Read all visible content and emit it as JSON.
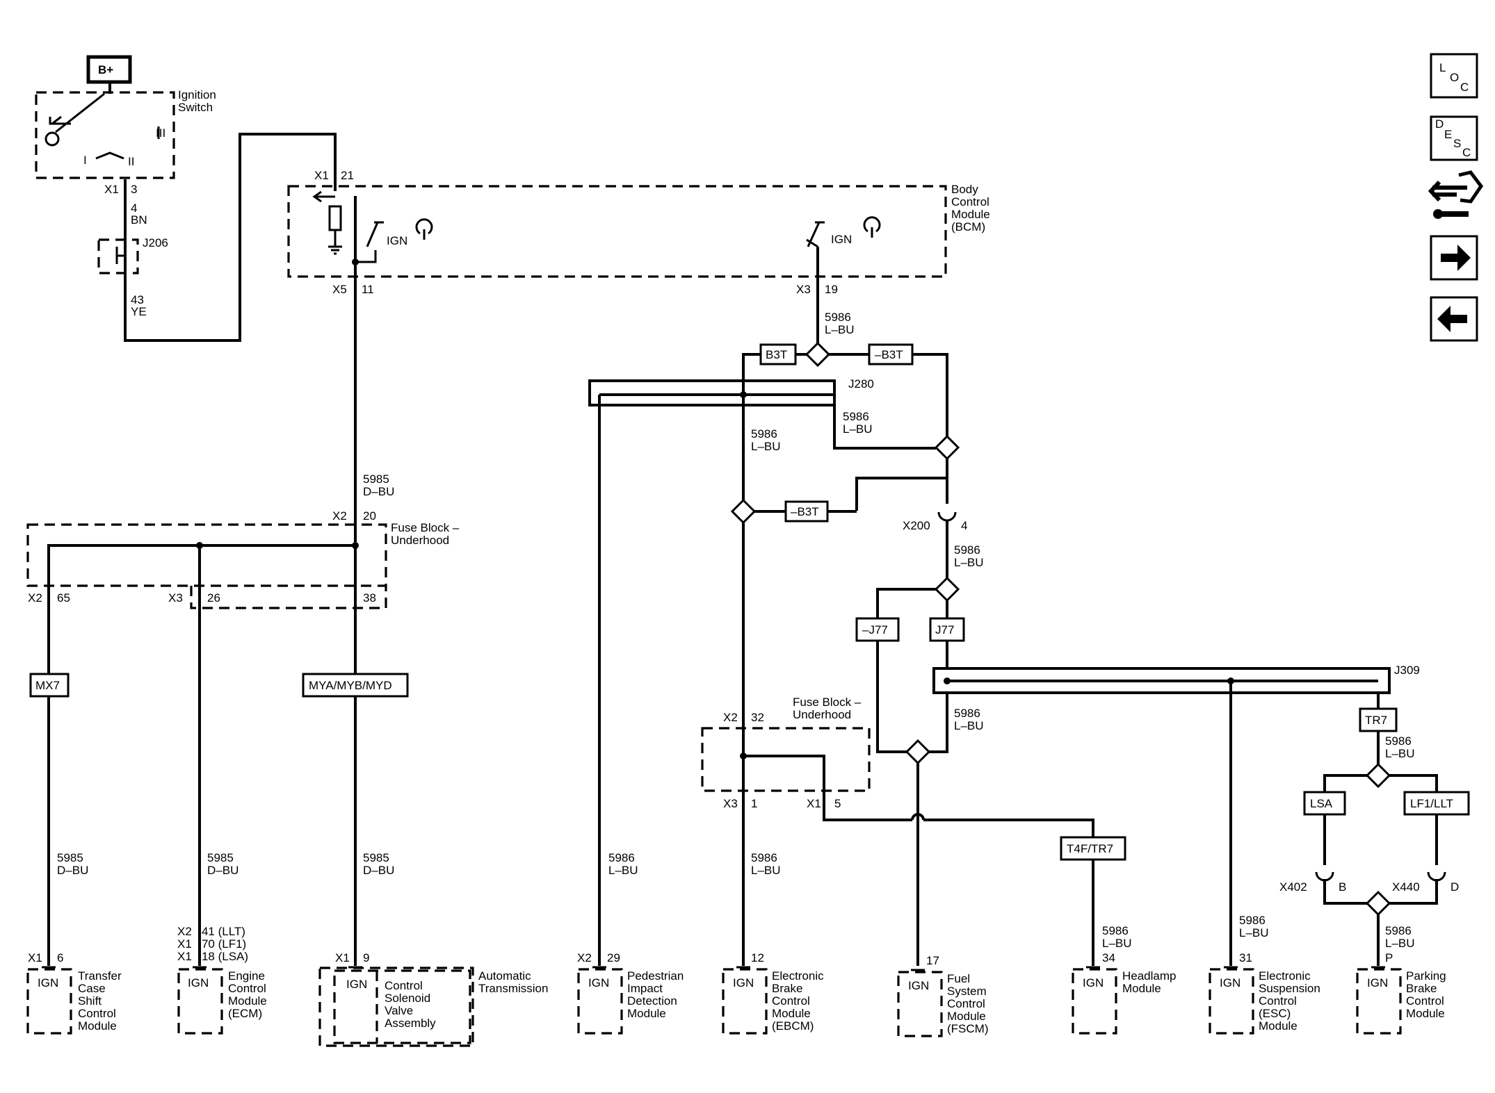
{
  "nav": {
    "loc": [
      "L",
      "O",
      "C"
    ],
    "desc": [
      "D",
      "E",
      "S",
      "C"
    ]
  },
  "power": {
    "bplus": "B+",
    "ignition_switch": [
      "Ignition",
      "Switch"
    ],
    "positions": [
      "I",
      "II",
      "III"
    ],
    "x1": "X1",
    "pin3": "3",
    "wire4": "4",
    "wire4_color": "BN",
    "splice": "J206",
    "wire43": "43",
    "wire43_color": "YE"
  },
  "bcm": {
    "label": [
      "Body",
      "Control",
      "Module",
      "(BCM)"
    ],
    "x1": "X1",
    "pin21": "21",
    "x5": "X5",
    "pin11": "11",
    "x3": "X3",
    "pin19": "19",
    "ign": "IGN"
  },
  "wires": {
    "w5985": "5985",
    "dbu": "D–BU",
    "w5986": "5986",
    "lbu": "L–BU"
  },
  "options": {
    "b3t": "B3T",
    "nb3t": "–B3T",
    "j77": "J77",
    "nj77": "–J77",
    "mx7": "MX7",
    "mya": "MYA/MYB/MYD",
    "t4f": "T4F/TR7",
    "tr7": "TR7",
    "lsa": "LSA",
    "lf1": "LF1/LLT"
  },
  "splices": {
    "j280": "J280",
    "j309": "J309"
  },
  "fuse_block_1": {
    "label": [
      "Fuse Block –",
      "Underhood"
    ],
    "x2": "X2",
    "pin20": "20",
    "x2b": "X2",
    "pin65": "65",
    "x3": "X3",
    "pin26": "26",
    "pin38": "38"
  },
  "fuse_block_2": {
    "label": [
      "Fuse Block –",
      "Underhood"
    ],
    "x2": "X2",
    "pin32": "32",
    "x3": "X3",
    "pin1": "1",
    "x1": "X1",
    "pin5": "5"
  },
  "connectors": {
    "x200": "X200",
    "x200_pin": "4",
    "x402": "X402",
    "x402_pin": "B",
    "x440": "X440",
    "x440_pin": "D"
  },
  "modules": {
    "ign": "IGN",
    "tccm": {
      "conn": "X1",
      "pin": "6",
      "label": [
        "Transfer",
        "Case",
        "Shift",
        "Control",
        "Module"
      ]
    },
    "ecm": {
      "pins": [
        "X2   41 (LLT)",
        "X1   70 (LF1)",
        "X1   18 (LSA)"
      ],
      "label": [
        "Engine",
        "Control",
        "Module",
        "(ECM)"
      ]
    },
    "trans": {
      "conn": "X1",
      "pin": "9",
      "inner": [
        "Control",
        "Solenoid",
        "Valve",
        "Assembly"
      ],
      "label": [
        "Automatic",
        "Transmission"
      ]
    },
    "pim": {
      "conn": "X2",
      "pin": "29",
      "label": [
        "Pedestrian",
        "Impact",
        "Detection",
        "Module"
      ]
    },
    "ebcm": {
      "pin": "12",
      "label": [
        "Electronic",
        "Brake",
        "Control",
        "Module",
        "(EBCM)"
      ]
    },
    "fscm": {
      "pin": "17",
      "label": [
        "Fuel",
        "System",
        "Control",
        "Module",
        "(FSCM)"
      ]
    },
    "headlamp": {
      "pin": "34",
      "label": [
        "Headlamp",
        "Module"
      ]
    },
    "esc": {
      "pin": "31",
      "label": [
        "Electronic",
        "Suspension",
        "Control",
        "(ESC)",
        "Module"
      ]
    },
    "parking": {
      "pin": "P",
      "label": [
        "Parking",
        "Brake",
        "Control",
        "Module"
      ]
    }
  }
}
